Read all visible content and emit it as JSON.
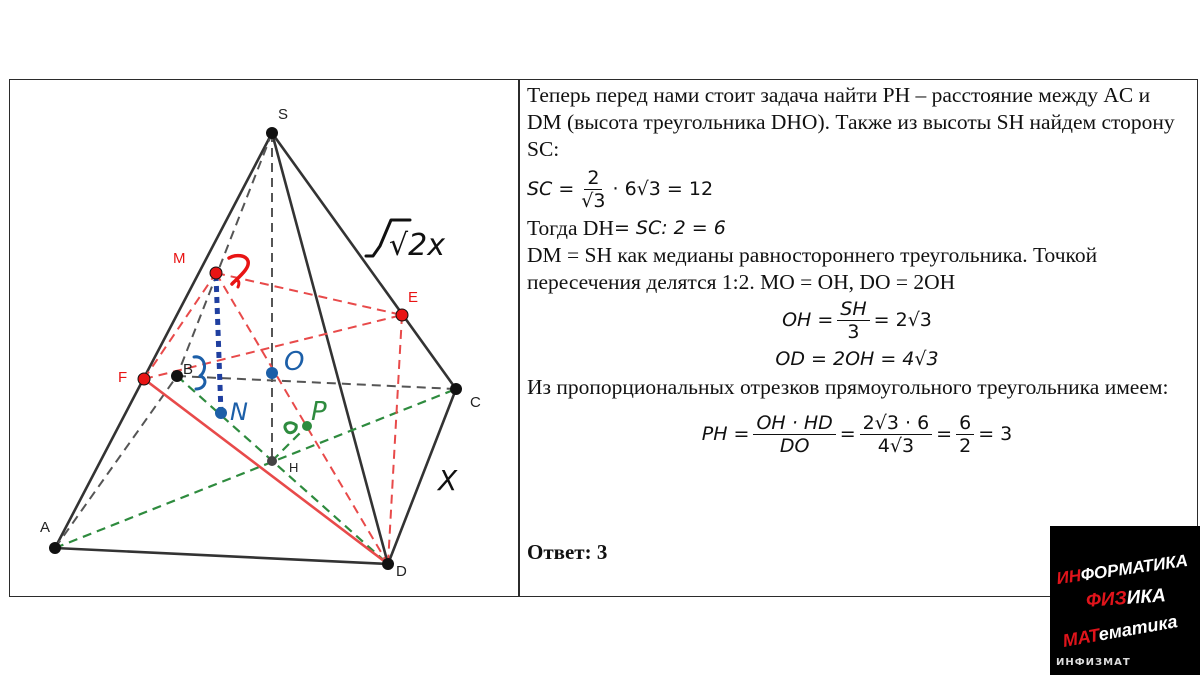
{
  "figure": {
    "vertex_labels": {
      "S": "S",
      "A": "A",
      "B": "B",
      "C": "C",
      "D": "D",
      "E": "E",
      "F": "F",
      "M": "M",
      "H": "H"
    },
    "handwritten": {
      "edge_sc": "√2x",
      "edge_cd": "X",
      "o": "O",
      "n": "N",
      "p": "P"
    },
    "colors": {
      "edge": "#333333",
      "red": "#e84a4a",
      "green": "#2e8b3e",
      "blue": "#1f3fa0",
      "point_red": "#e81414",
      "point_black": "#111111",
      "point_blue": "#1c5fa8"
    }
  },
  "text": {
    "p1": "Теперь перед нами стоит задача найти PH – расстояние между AC и DM (высота треугольника DHO). Также из высоты SH найдем сторону SC:",
    "eq1": {
      "lhs": "SC =",
      "num": "2",
      "den": "√3",
      "rhs": "· 6√3 = 12"
    },
    "p2_prefix": "Тогда DH ",
    "p2_math": " = SC: 2 = 6",
    "p3": "DM = SH как медианы равностороннего треугольника. Точкой пересечения делятся 1:2. MO = OH, DO = 2OH",
    "eq2": {
      "lhs": "OH =",
      "num": "SH",
      "den": "3",
      "rhs": "= 2√3"
    },
    "eq3": "OD = 2OH = 4√3",
    "p4": "Из пропорциональных отрезков прямоугольного треугольника имеем:",
    "eq4": {
      "lhs": "PH =",
      "f1_num": "OH · HD",
      "f1_den": "DO",
      "eq_a": "=",
      "f2_num": "2√3 · 6",
      "f2_den": "4√3",
      "eq_b": "=",
      "f3_num": "6",
      "f3_den": "2",
      "rhs": "= 3"
    },
    "answer": "Ответ: 3"
  },
  "logo": {
    "line1_red": "ИН",
    "line1_white": "ФОРМАТИКА",
    "line2_red": "ФИЗ",
    "line2_white": "ИКА",
    "line3_red": "МАТ",
    "line3_white": "ематика",
    "line4": "ИНФИЗМАТ"
  }
}
